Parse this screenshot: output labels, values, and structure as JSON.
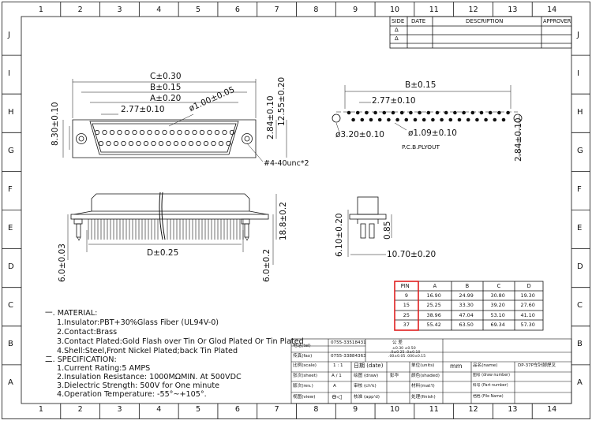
{
  "border": {
    "col_labels": [
      "1",
      "2",
      "3",
      "4",
      "5",
      "6",
      "7",
      "8",
      "9",
      "10",
      "11",
      "12",
      "13",
      "14"
    ],
    "row_labels": [
      "J",
      "I",
      "H",
      "G",
      "F",
      "E",
      "D",
      "C",
      "B",
      "A"
    ]
  },
  "revision_block": {
    "headers": [
      "SIDE",
      "DATE",
      "DESCRIPTION",
      "APPROVER"
    ],
    "symbols": [
      "Δ",
      "Δ",
      "Δ"
    ]
  },
  "front_view": {
    "dims": [
      "C±0.30",
      "B±0.15",
      "A±0.20",
      "2.77±0.10",
      "ø1.00±0.05",
      "8.30±0.10",
      "2.84±0.10",
      "12.55±0.20",
      "#4-40unc*2"
    ]
  },
  "pcb_layout": {
    "dims": [
      "B±0.15",
      "2.77±0.10",
      "ø1.09±0.10",
      "ø3.20±0.10",
      "2.84±0.10"
    ],
    "caption": "P.C.B.PLYOUT"
  },
  "side_view": {
    "dims": [
      "18.8±0.2",
      "D±0.25",
      "6.0±0.03",
      "6.0±0.2"
    ]
  },
  "end_view": {
    "dims": [
      "6.10±0.20",
      "0.85",
      "10.70±0.20"
    ]
  },
  "pin_table": {
    "headers": [
      "PIN",
      "A",
      "B",
      "C",
      "D"
    ],
    "rows": [
      [
        "9",
        "16.90",
        "24.99",
        "30.80",
        "19.30"
      ],
      [
        "15",
        "25.25",
        "33.30",
        "39.20",
        "27.60"
      ],
      [
        "25",
        "38.96",
        "47.04",
        "53.10",
        "41.10"
      ],
      [
        "37",
        "55.42",
        "63.50",
        "69.34",
        "57.30"
      ]
    ],
    "highlight_color": "#e02020"
  },
  "notes": {
    "material_title": "一. MATERIAL:",
    "material": [
      "1.Insulator:PBT+30%Glass Fiber (UL94V-0)",
      "2.Contact:Brass",
      "3.Contact Plated:Gold Flash over Tin Or Glod Plated Or Tin Plated",
      "4.Shell:Steel,Front  Nickel Plated;back Tin Plated"
    ],
    "spec_title": "二. SPECIFICATION:",
    "spec": [
      "1.Current Rating:5 AMPS",
      "2.Insulation Resistance: 1000MΩMIN. At 500VDC",
      "3.Dielectric Strength: 500V for One minute",
      "4.Operation Temperature: -55°~+105°."
    ]
  },
  "title_block": {
    "tel_label": "电话(tel)",
    "tel": "0755-33518431",
    "fax_label": "传真(fax)",
    "fax": "0755-33884363",
    "tolerance_head": "公    差",
    "tolerance": [
      "±0.30  ±0.50",
      ".0±0.25  .0±0.10",
      ".00±0.05  .000±0.15"
    ],
    "scale_label": "比例(scale)",
    "scale": "1 : 1",
    "date_label": "日期 (date)",
    "units_label": "单位(units)",
    "units": "mm",
    "name_label": "品名(name)",
    "name": "DP-37P车针脚焊叉",
    "sheet_label": "张次(sheet)",
    "sheet": "A / 1",
    "draw_label": "绘图 (draw)",
    "drawer": "彭华",
    "shaded_label": "颜色(shaded)",
    "drawing_number_label": "图号 (draw number)",
    "rev_label": "版次(rev.)",
    "rev": "A",
    "check_label": "审核 (ch'k)",
    "material_label": "材料(mat'l)",
    "part_number_label": "料号 (Part number)",
    "view_label": "视图(view)",
    "approve_label": "核准 (app'd)",
    "finish_label": "处理(finish)",
    "file_name_label": "档档 (File Name)"
  }
}
